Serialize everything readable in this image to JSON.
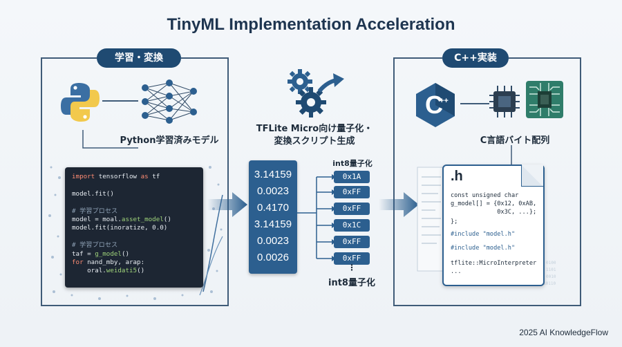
{
  "title": "TinyML Implementation Acceleration",
  "sections": {
    "left": "学習・変換",
    "right": "C++実装"
  },
  "labels": {
    "python_model": "Python学習済みモデル",
    "tflite_line1": "TFLite Micro向け量子化・",
    "tflite_line2": "変換スクリプト生成",
    "int8_top": "int8量子化",
    "int8_bottom": "int8量子化",
    "c_bytes": "C言語バイト配列"
  },
  "code": {
    "l1_kw": "import",
    "l1_rest": " tensorflow ",
    "l1_kw2": "as",
    "l1_end": " tf",
    "l2": "model.fit()",
    "l3": "# 学習プロセス",
    "l4_a": "model = moal.",
    "l4_b": "asset_model",
    "l4_c": "()",
    "l5": "model.fit(inoratize, 0.0)",
    "l6": "# 学習プロセス",
    "l7_a": "taf = ",
    "l7_b": "g_model",
    "l7_c": "()",
    "l8_kw": "for",
    "l8_rest": " nand_mby, arap:",
    "l9_a": "    oral.",
    "l9_b": "weidati5",
    "l9_c": "()"
  },
  "float_values": [
    "3.14159",
    "0.0023",
    "0.4170",
    "3.14159",
    "0.0023",
    "0.0026"
  ],
  "int8_values": [
    "0x1A",
    "0xFF",
    "0xFF",
    "0x1C",
    "0xFF",
    "0xFF"
  ],
  "int8_ellipsis": "⋮",
  "header_file": {
    "ext": ".h",
    "l1": "const unsigned char",
    "l2": "g_model[] = {0x12, 0xAB,",
    "l3": "             0x3C, ...};",
    "l4": "};",
    "l5": "#include \"model.h\"",
    "l6": "#include \"model.h\"",
    "l7": "tflite::MicroInterpreter",
    "l8": "..."
  },
  "cpp_logo": "C",
  "cpp_plus": "++",
  "footer": "2025 AI KnowledgeFlow",
  "colors": {
    "navy": "#1f4a72",
    "card_blue": "#2c5f8f",
    "python_blue": "#3b6fa3",
    "python_yellow": "#f2c94c",
    "code_bg": "#1d2633",
    "chip_green": "#2f7d6a"
  }
}
